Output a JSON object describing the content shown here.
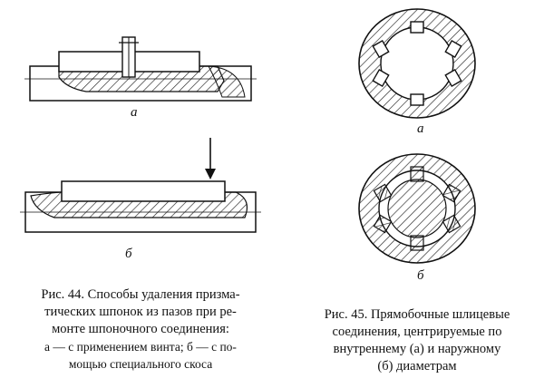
{
  "figure44": {
    "label_a": "а",
    "label_b": "б",
    "caption_line1": "Рис. 44. Способы удаления призма-",
    "caption_line2": "тических шпонок из пазов при ре-",
    "caption_line3": "монте шпоночного соединения:",
    "caption_sub1": "а — с применением винта; б — с по-",
    "caption_sub2": "мощью специального скоса"
  },
  "figure45": {
    "label_a": "а",
    "label_b": "б",
    "caption_line1": "Рис. 45. Прямобочные шлицевые",
    "caption_line2": "соединения, центрируемые по",
    "caption_line3": "внутреннему (а) и наружному",
    "caption_line4": "(б) диаметрам"
  }
}
